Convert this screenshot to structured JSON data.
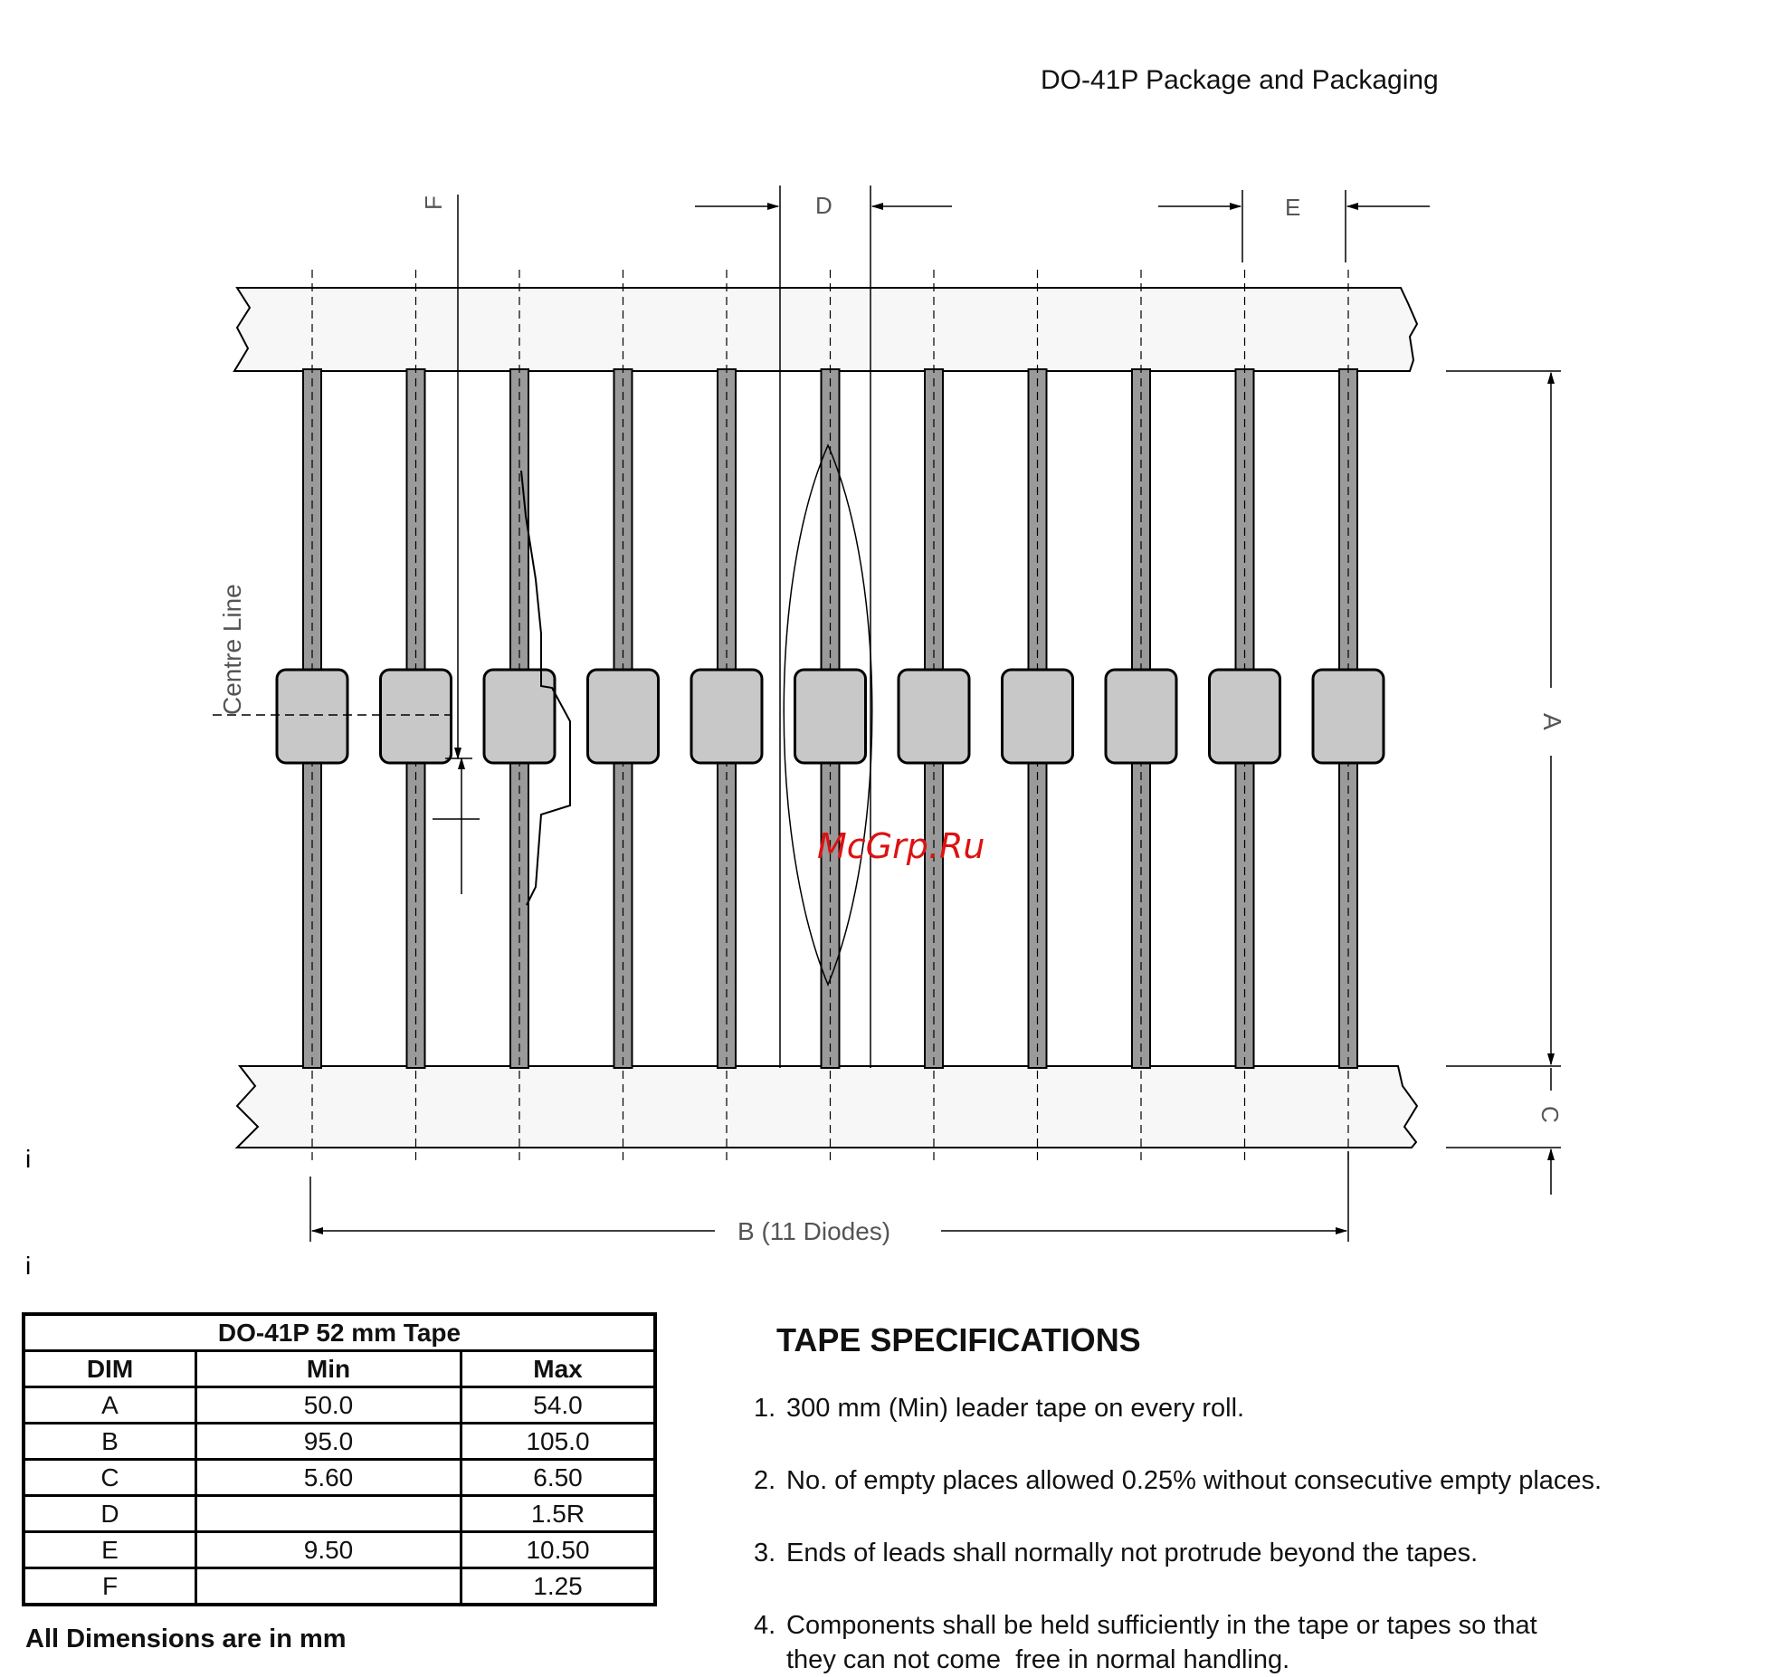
{
  "header": {
    "title": "DO-41P Package and Packaging"
  },
  "drawing": {
    "labels": {
      "F": "F",
      "D": "D",
      "E": "E",
      "A": "A",
      "C": "C",
      "centre_line": "Centre Line",
      "B": "B  (11 Diodes)"
    },
    "diode_count": 11,
    "watermark": "McGrp.Ru",
    "stray_marks": [
      "i",
      "i"
    ]
  },
  "table": {
    "title": "DO-41P   52 mm Tape",
    "headers": [
      "DIM",
      "Min",
      "Max"
    ],
    "rows": [
      [
        "A",
        "50.0",
        "54.0"
      ],
      [
        "B",
        "95.0",
        "105.0"
      ],
      [
        "C",
        "5.60",
        "6.50"
      ],
      [
        "D",
        "",
        "1.5R"
      ],
      [
        "E",
        "9.50",
        "10.50"
      ],
      [
        "F",
        "",
        "1.25"
      ]
    ],
    "note": "All Dimensions are in mm"
  },
  "specs": {
    "title": "TAPE SPECIFICATIONS",
    "items": [
      {
        "num": "1.",
        "text": "300 mm (Min) leader tape on every roll.",
        "cont": ""
      },
      {
        "num": "2.",
        "text": "No. of empty places allowed 0.25% without consecutive empty places.",
        "cont": ""
      },
      {
        "num": "3.",
        "text": "Ends of leads shall normally not protrude beyond the tapes.",
        "cont": ""
      },
      {
        "num": "4.",
        "text": "Components shall be held sufficiently in the tape or tapes so that",
        "cont": "they can not come  free in normal handling."
      }
    ]
  },
  "colors": {
    "body": "#c8c8c8",
    "lead": "#9a9a9a",
    "tape": "#f7f7f7",
    "line": "#000000",
    "watermark": "#d11111"
  }
}
